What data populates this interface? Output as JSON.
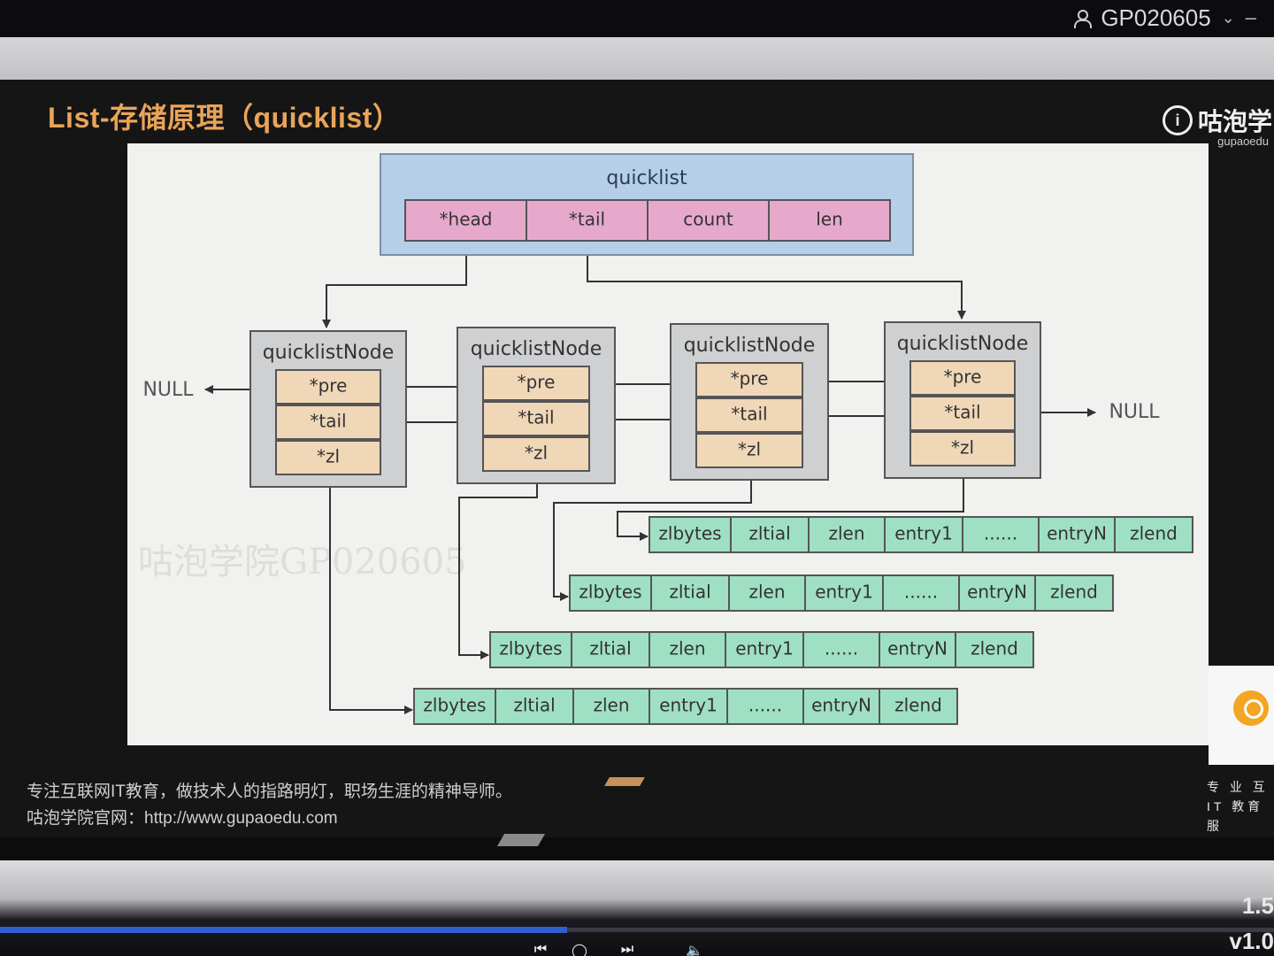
{
  "window": {
    "username": "GP020605",
    "chevron_icon": "chevron-down-icon",
    "minimize_icon": "minimize-icon"
  },
  "slide": {
    "title": "List-存储原理（quicklist）",
    "brand_name": "咕泡学",
    "brand_sub": "gupaoedu",
    "brand_logo": "i"
  },
  "diagram": {
    "quicklist": {
      "label": "quicklist",
      "fields": [
        "*head",
        "*tail",
        "count",
        "len"
      ]
    },
    "node_label": "quicklistNode",
    "node_fields": [
      "*pre",
      "*tail",
      "*zl"
    ],
    "null_left": "NULL",
    "null_right": "NULL",
    "ziplist_fields": [
      "zlbytes",
      "zltial",
      "zlen",
      "entry1",
      "......",
      "entryN",
      "zlend"
    ],
    "watermark": "咕泡学院GP020605"
  },
  "footer": {
    "line1": "专注互联网IT教育，做技术人的指路明灯，职场生涯的精神导师。",
    "line2": "咕泡学院官网：http://www.gupaoedu.com"
  },
  "side_panel": {
    "line1": "专 业 互",
    "line2": "IT 教育服"
  },
  "player": {
    "speed": "1.5",
    "version": "v1.0",
    "progress": 0.445
  },
  "colors": {
    "title": "#e9a45a",
    "quicklist_box": "#b6cfe8",
    "quicklist_field": "#e6a9cc",
    "node_box": "#cfd0d2",
    "node_field": "#f0d7b8",
    "ziplist_field": "#9fe0c4"
  }
}
